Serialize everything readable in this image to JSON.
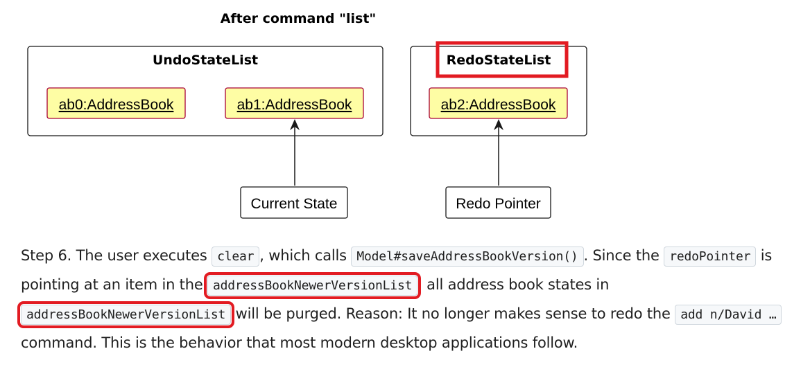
{
  "diagram": {
    "title": "After command \"list\"",
    "undo_list": {
      "title": "UndoStateList",
      "items": [
        "ab0:AddressBook",
        "ab1:AddressBook"
      ]
    },
    "redo_list": {
      "title": "RedoStateList",
      "items": [
        "ab2:AddressBook"
      ]
    },
    "current_state_label": "Current State",
    "redo_pointer_label": "Redo Pointer",
    "colors": {
      "object_fill": "#fefda4",
      "object_border": "#a80036",
      "highlight": "#e21b22",
      "frame_border": "#181818"
    }
  },
  "paragraph": {
    "t1": "Step 6. The user executes ",
    "c1": "clear",
    "t2": ", which calls ",
    "c2": "Model#saveAddressBookVersion()",
    "t3": ". Since the ",
    "c3": "redoPointer",
    "t4": " is pointing at an item in the ",
    "c4": "addressBookNewerVersionList",
    "t5": ", all address book states in ",
    "c5": "addressBookNewerVersionList",
    "t6": " will be purged. Reason: It no longer makes sense to redo the ",
    "c6": "add n/David …",
    "t7": " command. This is the behavior that most modern desktop applications follow."
  }
}
